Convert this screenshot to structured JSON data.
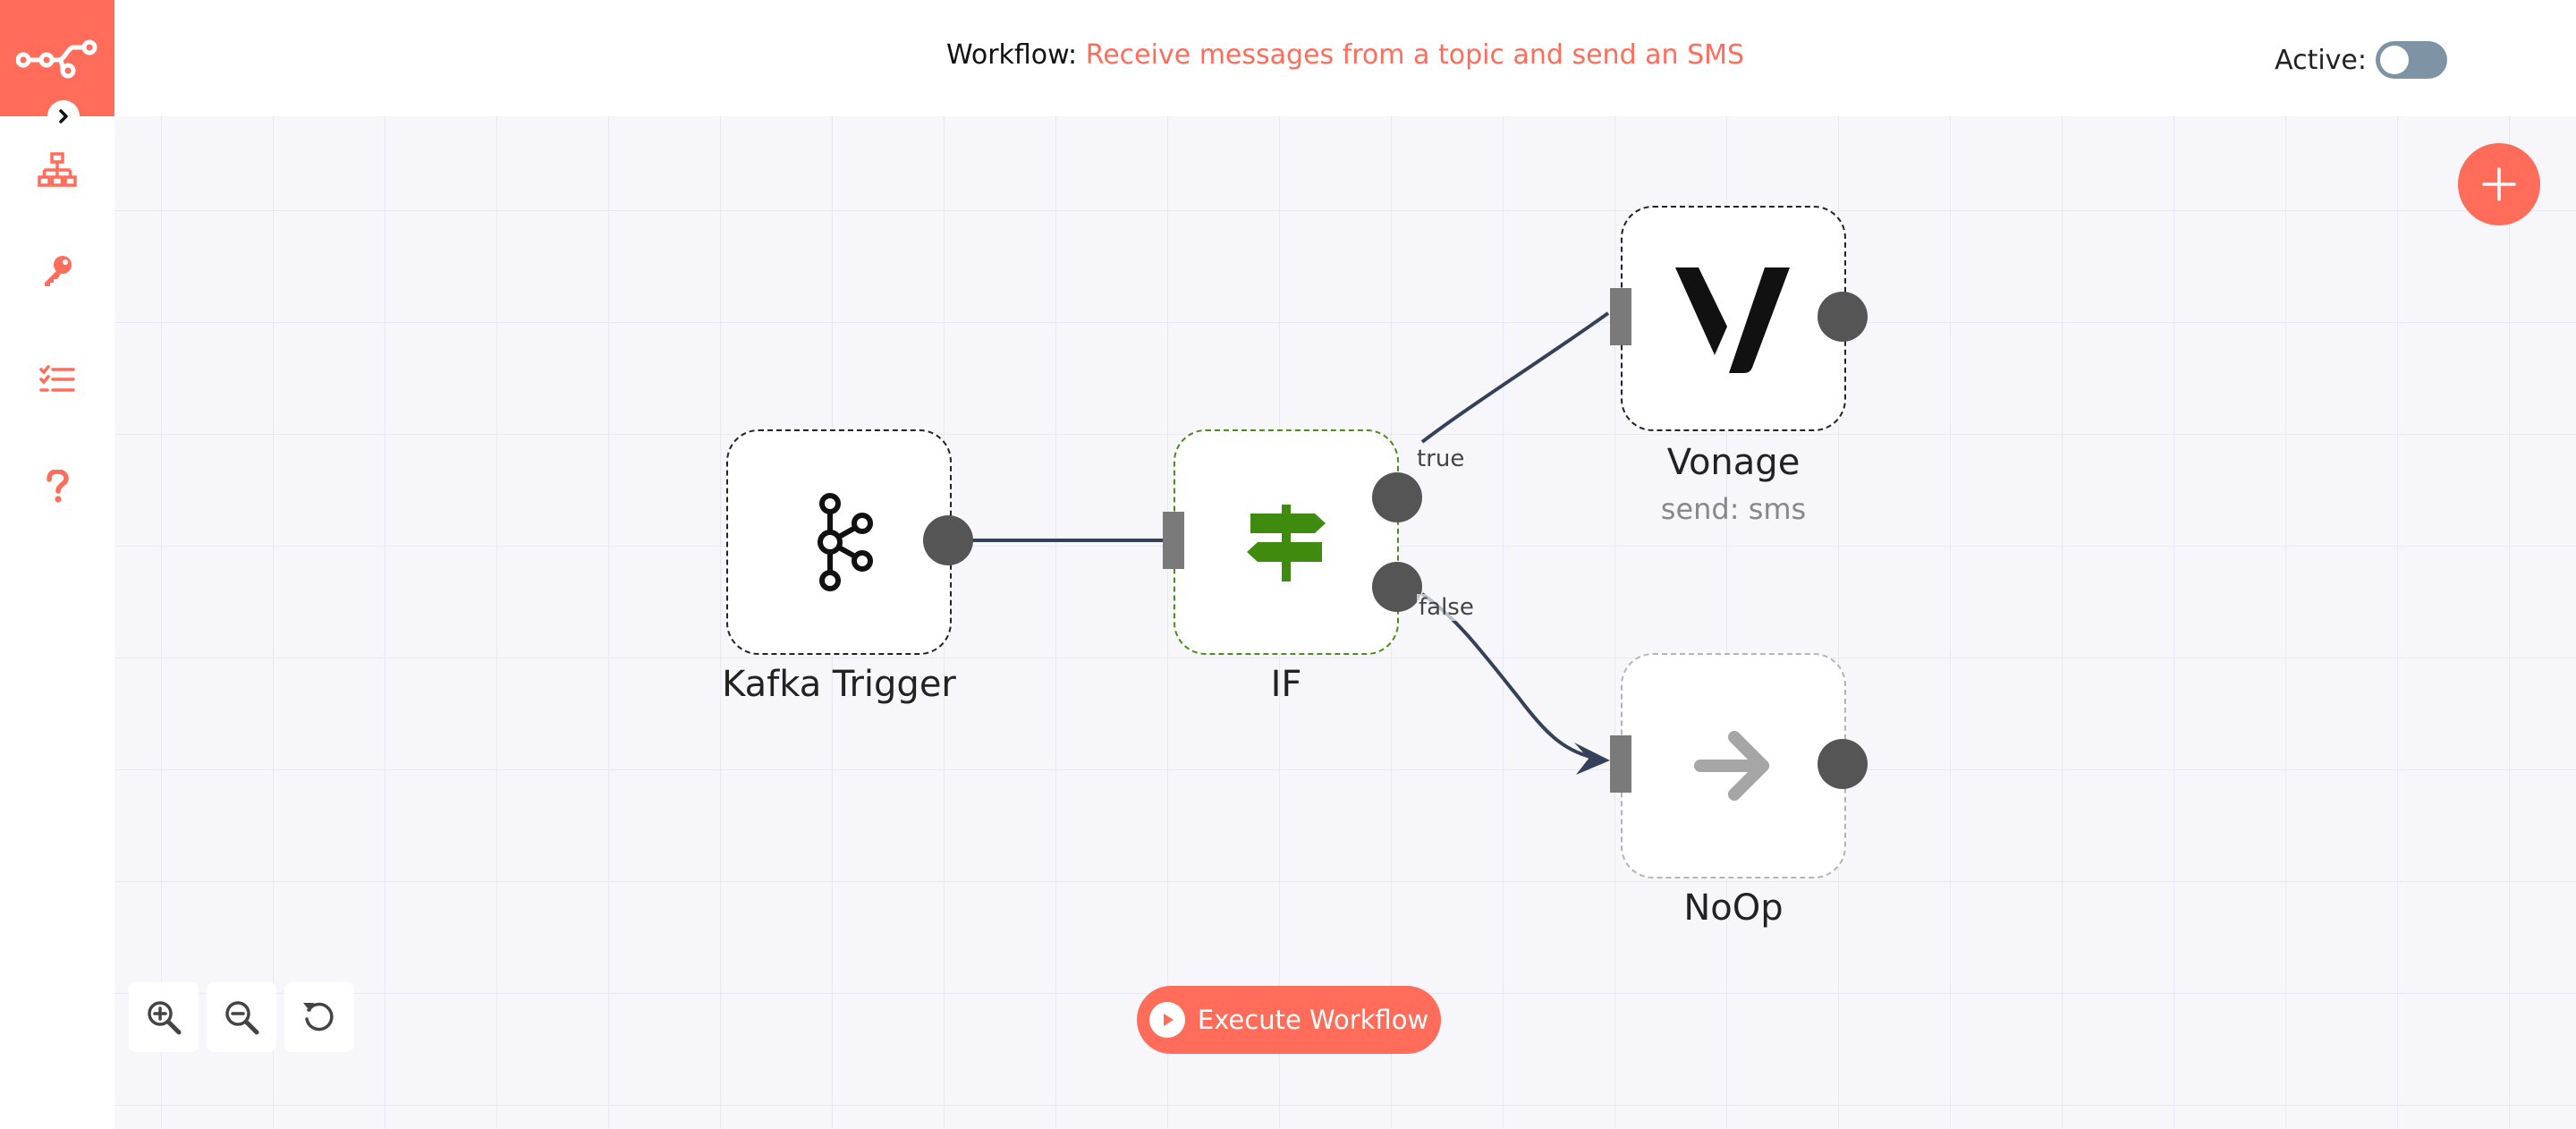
{
  "header": {
    "workflow_label": "Workflow:",
    "workflow_name": "Receive messages from a topic and send an SMS",
    "active_label": "Active:",
    "active": false
  },
  "sidebar": {
    "items": [
      {
        "name": "workflows",
        "icon": "network-icon"
      },
      {
        "name": "credentials",
        "icon": "key-icon"
      },
      {
        "name": "executions",
        "icon": "task-list-icon"
      },
      {
        "name": "help",
        "icon": "question-icon"
      }
    ]
  },
  "nodes": [
    {
      "name": "Kafka Trigger",
      "icon": "kafka-icon"
    },
    {
      "name": "IF",
      "icon": "signpost-icon"
    },
    {
      "name": "Vonage",
      "subtitle": "send: sms",
      "icon": "vonage-icon"
    },
    {
      "name": "NoOp",
      "icon": "arrow-right-icon"
    }
  ],
  "connections": [
    {
      "from": "Kafka Trigger",
      "to": "IF"
    },
    {
      "from": "IF",
      "to": "Vonage",
      "label": "true"
    },
    {
      "from": "IF",
      "to": "NoOp",
      "label": "false"
    }
  ],
  "controls": {
    "execute_label": "Execute Workflow",
    "zoom_in_icon": "zoom-in-icon",
    "zoom_out_icon": "zoom-out-icon",
    "reset_icon": "reset-zoom-icon"
  },
  "colors": {
    "accent": "#ff6d5a",
    "if_green": "#4a8d1a",
    "edge": "#33425a"
  }
}
